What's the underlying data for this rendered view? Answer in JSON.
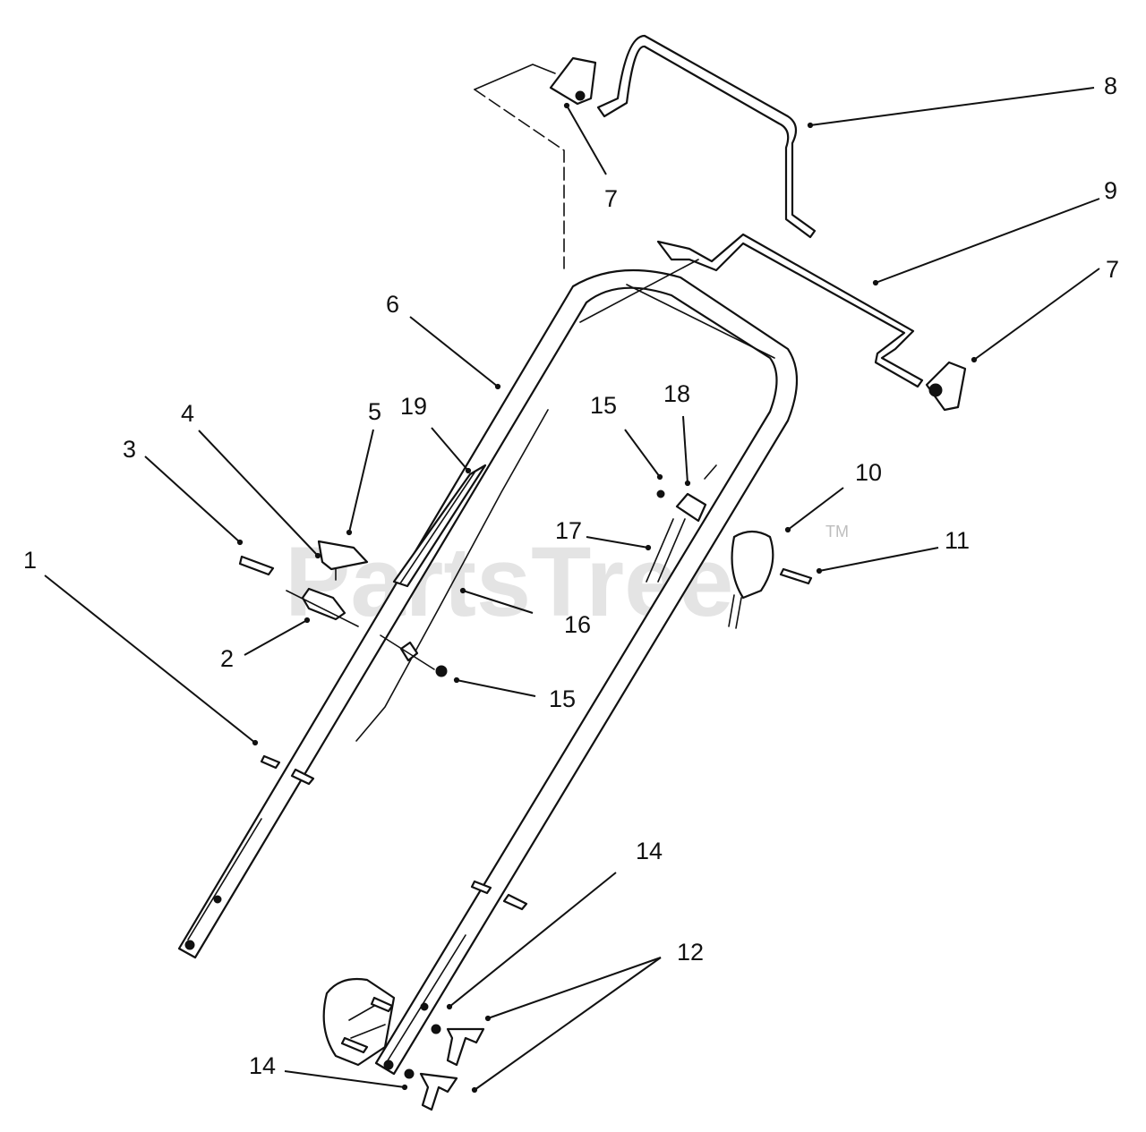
{
  "watermark": {
    "text": "PartsTree",
    "tm": "TM"
  },
  "callouts": [
    {
      "id": "1",
      "label": "1"
    },
    {
      "id": "2",
      "label": "2"
    },
    {
      "id": "3",
      "label": "3"
    },
    {
      "id": "4",
      "label": "4"
    },
    {
      "id": "5",
      "label": "5"
    },
    {
      "id": "6",
      "label": "6"
    },
    {
      "id": "7a",
      "label": "7"
    },
    {
      "id": "7b",
      "label": "7"
    },
    {
      "id": "8",
      "label": "8"
    },
    {
      "id": "9",
      "label": "9"
    },
    {
      "id": "10",
      "label": "10"
    },
    {
      "id": "11",
      "label": "11"
    },
    {
      "id": "12",
      "label": "12"
    },
    {
      "id": "14a",
      "label": "14"
    },
    {
      "id": "14b",
      "label": "14"
    },
    {
      "id": "15a",
      "label": "15"
    },
    {
      "id": "15b",
      "label": "15"
    },
    {
      "id": "16",
      "label": "16"
    },
    {
      "id": "17",
      "label": "17"
    },
    {
      "id": "18",
      "label": "18"
    },
    {
      "id": "19",
      "label": "19"
    }
  ]
}
